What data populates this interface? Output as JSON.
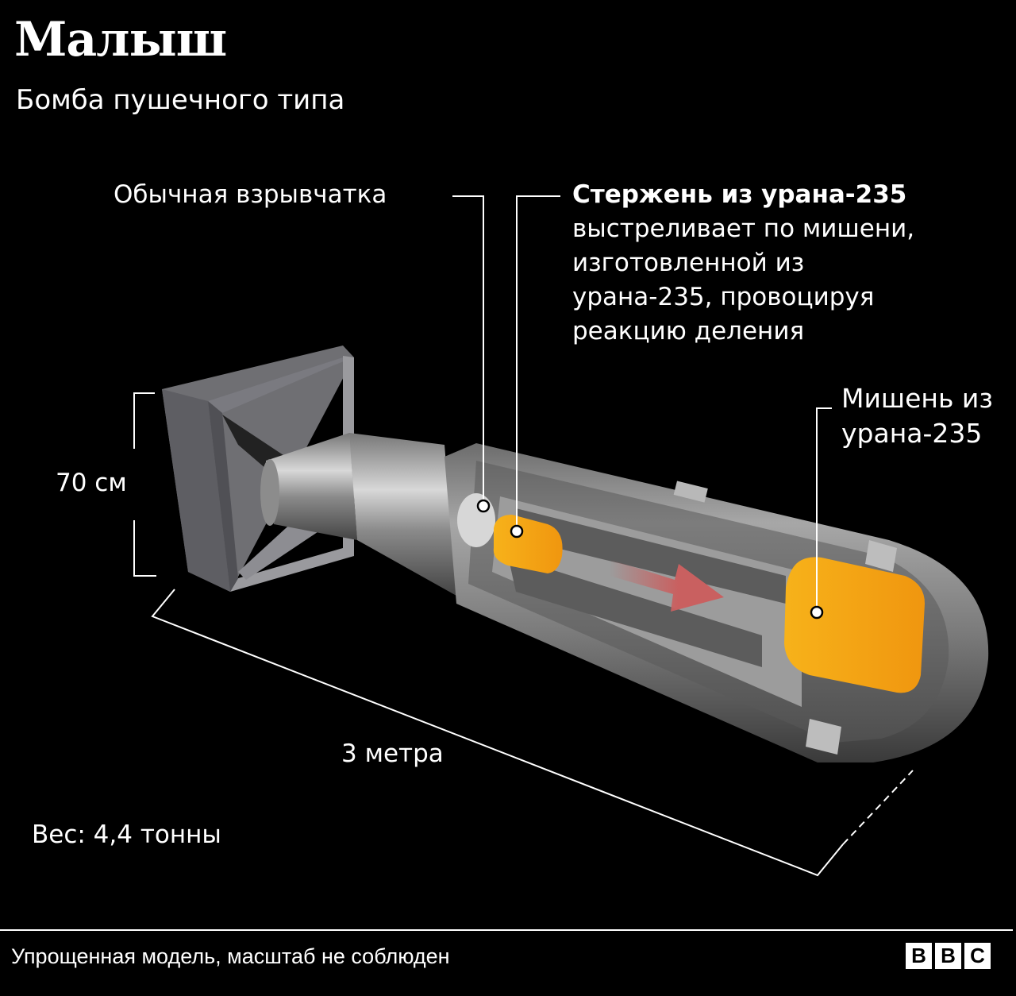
{
  "header": {
    "title": "Малыш",
    "subtitle": "Бомба пушечного типа"
  },
  "callouts": {
    "explosive": {
      "label": "Обычная взрывчатка"
    },
    "projectile": {
      "heading": "Стержень из урана-235",
      "lines": [
        "выстреливает по мишени,",
        "изготовленной из",
        "урана-235, провоцируя",
        "реакцию деления"
      ]
    },
    "target": {
      "lines": [
        "Мишень из",
        "урана-235"
      ]
    }
  },
  "dimensions": {
    "height": "70 см",
    "length": "3 метра",
    "weight": "Вес: 4,4 тонны"
  },
  "footer": {
    "note": "Упрощенная модель, масштаб не соблюден",
    "logo_letters": [
      "B",
      "B",
      "C"
    ]
  },
  "colors": {
    "background": "#000000",
    "text": "#ffffff",
    "uranium": "#f5a516",
    "arrow": "#c96060",
    "body_gray": "#8a8a8a"
  }
}
